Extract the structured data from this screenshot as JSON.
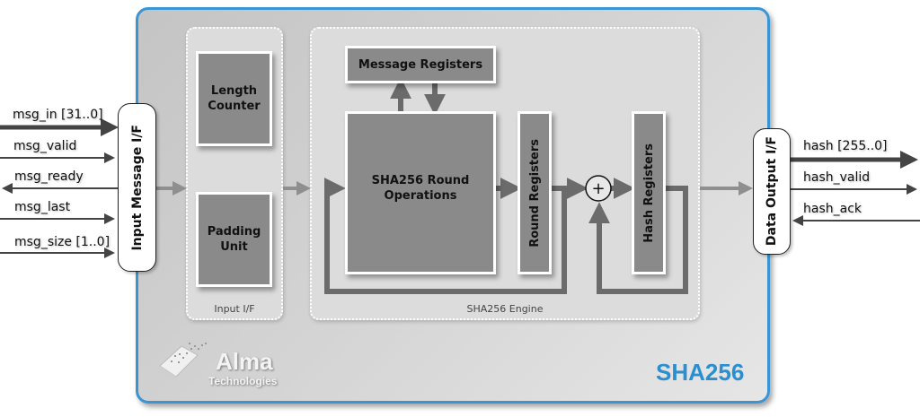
{
  "diagram": {
    "title": "SHA256",
    "logo": {
      "name": "Alma",
      "subtitle": "Technologies"
    },
    "colors": {
      "accent": "#3b95d3",
      "title": "#2a8fd0",
      "block_fill": "#8a8a8a",
      "wire": "#6b6b6b",
      "flow_arrow": "#8f8f8f"
    },
    "input_interface": {
      "label": "Input Message I/F",
      "signals": [
        {
          "name": "msg_in [31..0]",
          "direction": "in",
          "bus": true
        },
        {
          "name": "msg_valid",
          "direction": "in",
          "bus": false
        },
        {
          "name": "msg_ready",
          "direction": "out",
          "bus": false
        },
        {
          "name": "msg_last",
          "direction": "in",
          "bus": false
        },
        {
          "name": "msg_size [1..0]",
          "direction": "in",
          "bus": false
        }
      ]
    },
    "output_interface": {
      "label": "Data Output I/F",
      "signals": [
        {
          "name": "hash [255..0]",
          "direction": "out",
          "bus": true
        },
        {
          "name": "hash_valid",
          "direction": "out",
          "bus": false
        },
        {
          "name": "hash_ack",
          "direction": "in",
          "bus": false
        }
      ]
    },
    "groups": {
      "input_if": {
        "label": "Input I/F",
        "blocks": [
          "Length Counter",
          "Padding Unit"
        ]
      },
      "engine": {
        "label": "SHA256 Engine",
        "blocks": {
          "message_registers": "Message Registers",
          "round_ops": "SHA256 Round Operations",
          "round_registers": "Round Registers",
          "adder": "+",
          "hash_registers": "Hash Registers"
        }
      }
    }
  }
}
